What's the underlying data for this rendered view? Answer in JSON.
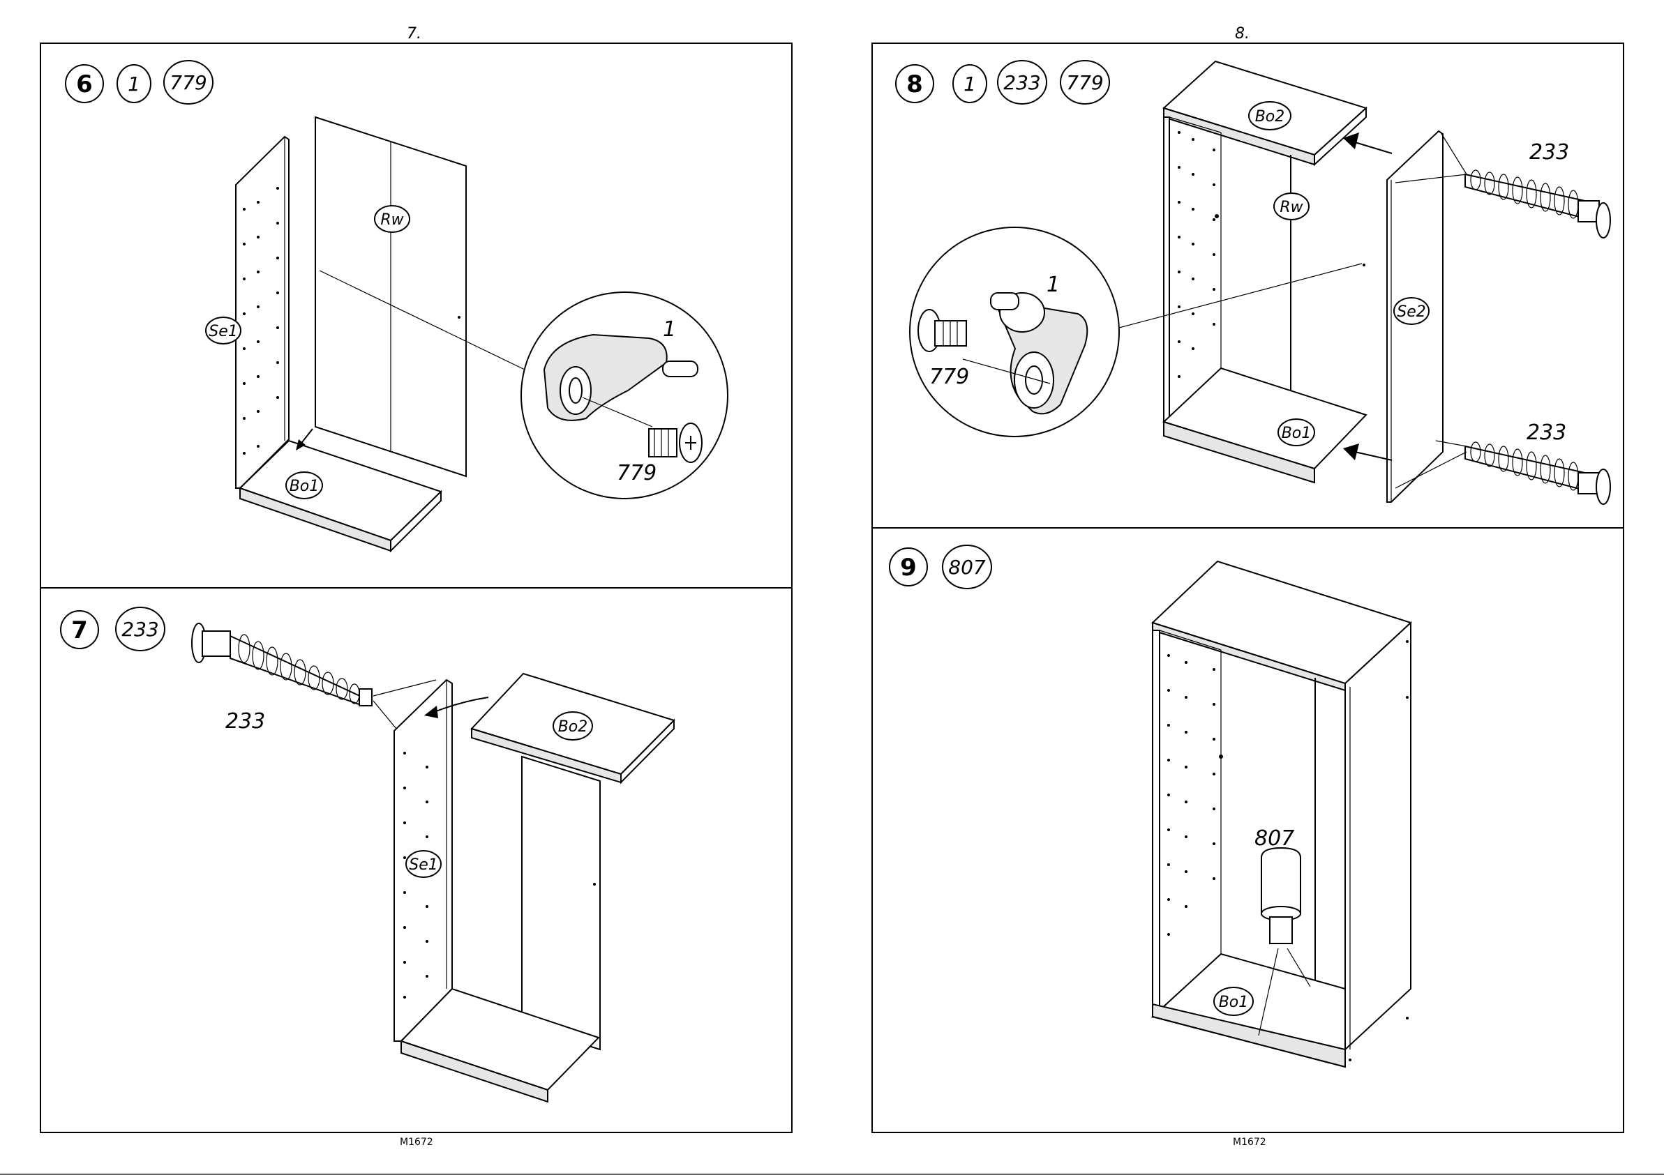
{
  "pages": [
    {
      "number": "7.",
      "footer": "M1672"
    },
    {
      "number": "8.",
      "footer": "M1672"
    }
  ],
  "steps": [
    {
      "step": "6",
      "parts": [
        "1",
        "779"
      ],
      "labels": {
        "side": "Se1",
        "back": "Rw",
        "bottom": "Bo1",
        "detail_cam": "1",
        "detail_screw": "779"
      }
    },
    {
      "step": "7",
      "parts": [
        "233"
      ],
      "labels": {
        "dowel": "233",
        "side": "Se1",
        "top": "Bo2"
      }
    },
    {
      "step": "8",
      "parts": [
        "1",
        "233",
        "779"
      ],
      "labels": {
        "top": "Bo2",
        "back": "Rw",
        "bottom": "Bo1",
        "side": "Se2",
        "dowel_top": "233",
        "dowel_bottom": "233",
        "detail_cam": "1",
        "detail_screw": "779"
      }
    },
    {
      "step": "9",
      "parts": [
        "807"
      ],
      "labels": {
        "tool": "807",
        "bottom": "Bo1"
      }
    }
  ]
}
